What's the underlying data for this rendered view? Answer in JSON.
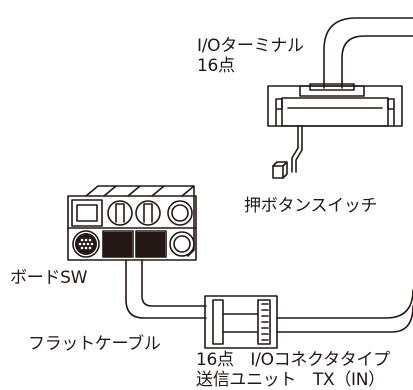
{
  "labels": {
    "io_terminal": "I/Oターミナル",
    "io_terminal_count": "16点",
    "push_switch": "押ボタンスイッチ",
    "board_sw": "ボードSW",
    "flat_cable": "フラットケーブル",
    "tx_unit_line1": "16点　I/Oコネクタタイプ",
    "tx_unit_line2": "送信ユニット　TX（IN）"
  }
}
